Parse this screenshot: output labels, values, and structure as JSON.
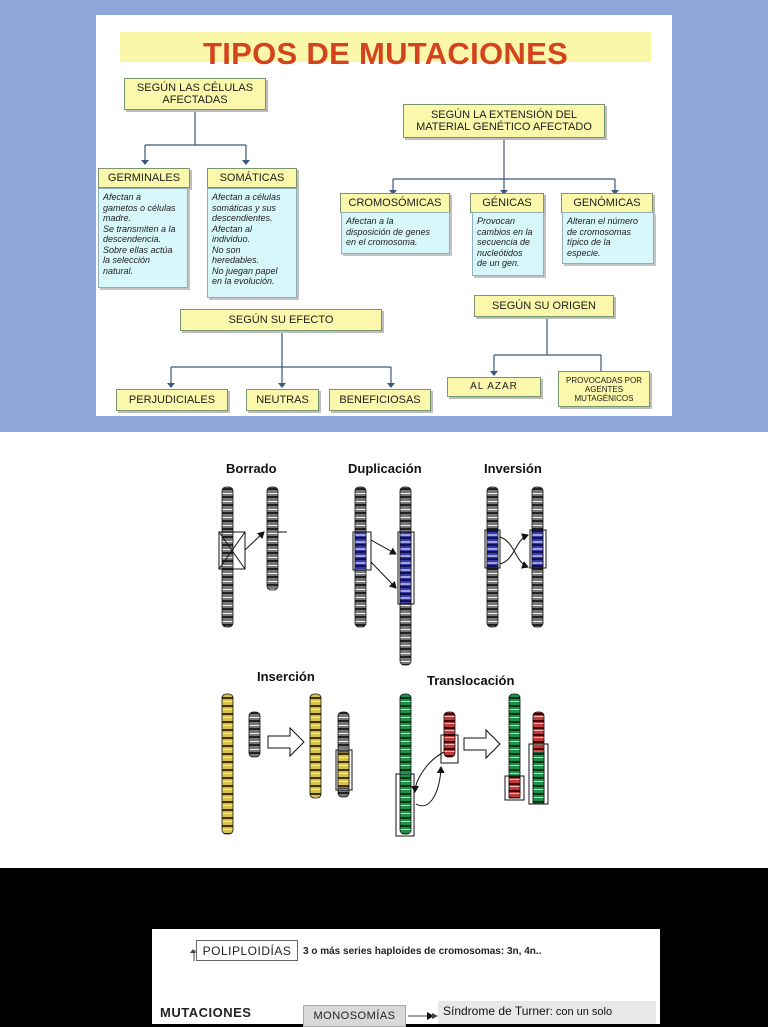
{
  "slide1": {
    "title": "TIPOS DE MUTACIONES",
    "by_cells": "SEGÚN LAS CÉLULAS\nAFECTADAS",
    "germinales": {
      "label": "GERMINALES",
      "desc": "Afectan a\ngametos o células\nmadre.\nSe transmiten a la\ndescendencia.\nSobre ellas actúa\nla selección\nnatural."
    },
    "somaticas": {
      "label": "SOMÁTICAS",
      "desc": "Afectan a células\nsomáticas y sus\ndescendientes.\nAfectan al\nindividuo.\nNo son\nheredables.\nNo juegan papel\nen la evolución."
    },
    "by_extent": "SEGÚN LA EXTENSIÓN DEL\nMATERIAL GENÉTICO AFECTADO",
    "cromosomicas": {
      "label": "CROMOSÓMICAS",
      "desc": "Afectan a la\ndisposición de genes\nen el cromosoma."
    },
    "genicas": {
      "label": "GÉNICAS",
      "desc": "Provocan\ncambios en la\nsecuencia de\nnucleótidos\nde un gen."
    },
    "genomicas": {
      "label": "GENÓMICAS",
      "desc": "Alteran el número\nde cromosomas\ntípico de la\nespecie."
    },
    "by_effect": "SEGÚN SU EFECTO",
    "perjudiciales": "PERJUDICIALES",
    "neutras": "NEUTRAS",
    "beneficiosas": "BENEFICIOSAS",
    "by_origin": "SEGÚN SU ORIGEN",
    "azar": "AL AZAR",
    "provocadas": "PROVOCADAS POR\nAGENTES\nMUTAGÉNICOS",
    "colors": {
      "title": "#d3431d",
      "yellow_box": "#fbf8ab",
      "cyan_box": "#d7f7fb",
      "band": "#8fa7d8"
    }
  },
  "slide2": {
    "borrado": "Borrado",
    "duplicacion": "Duplicación",
    "inversion": "Inversión",
    "insercion": "Inserción",
    "translocacion": "Translocación",
    "colors": {
      "gray": "#6f6f6f",
      "blue": "#3a3aa8",
      "yellow": "#d8c24a",
      "green": "#1f8f4a",
      "red": "#c23a3a"
    }
  },
  "slide3": {
    "poliploidias": "POLIPLOIDÍAS",
    "poli_desc": "3 o más series haploides de cromosomas: 3n, 4n..",
    "mutaciones": "MUTACIONES",
    "monosomias": "MONOSOMÍAS",
    "turner_name": "Síndrome de Turner",
    "turner_desc": ": con un solo"
  }
}
